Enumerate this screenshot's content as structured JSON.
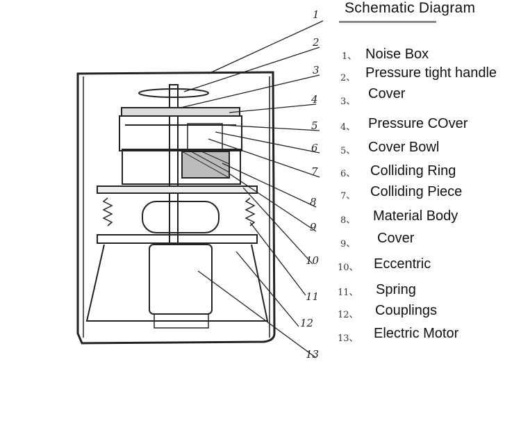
{
  "title": "Schematic  Diagram",
  "callouts": [
    "1",
    "2",
    "3",
    "4",
    "5",
    "6",
    "7",
    "8",
    "9",
    "10",
    "11",
    "12",
    "13"
  ],
  "legend": [
    {
      "num": "1、",
      "label": "Noise Box"
    },
    {
      "num": "2、",
      "label": "Pressure tight handle"
    },
    {
      "num": "3、",
      "label": "Cover"
    },
    {
      "num": "4、",
      "label": "Pressure COver"
    },
    {
      "num": "5、",
      "label": "Cover Bowl"
    },
    {
      "num": "6、",
      "label": "Colliding Ring"
    },
    {
      "num": "7、",
      "label": "Colliding Piece"
    },
    {
      "num": "8、",
      "label": "Material Body"
    },
    {
      "num": "9、",
      "label": "Cover"
    },
    {
      "num": "10、",
      "label": "Eccentric"
    },
    {
      "num": "11、",
      "label": "Spring"
    },
    {
      "num": "12、",
      "label": "Couplings"
    },
    {
      "num": "13、",
      "label": "Electric Motor"
    }
  ]
}
